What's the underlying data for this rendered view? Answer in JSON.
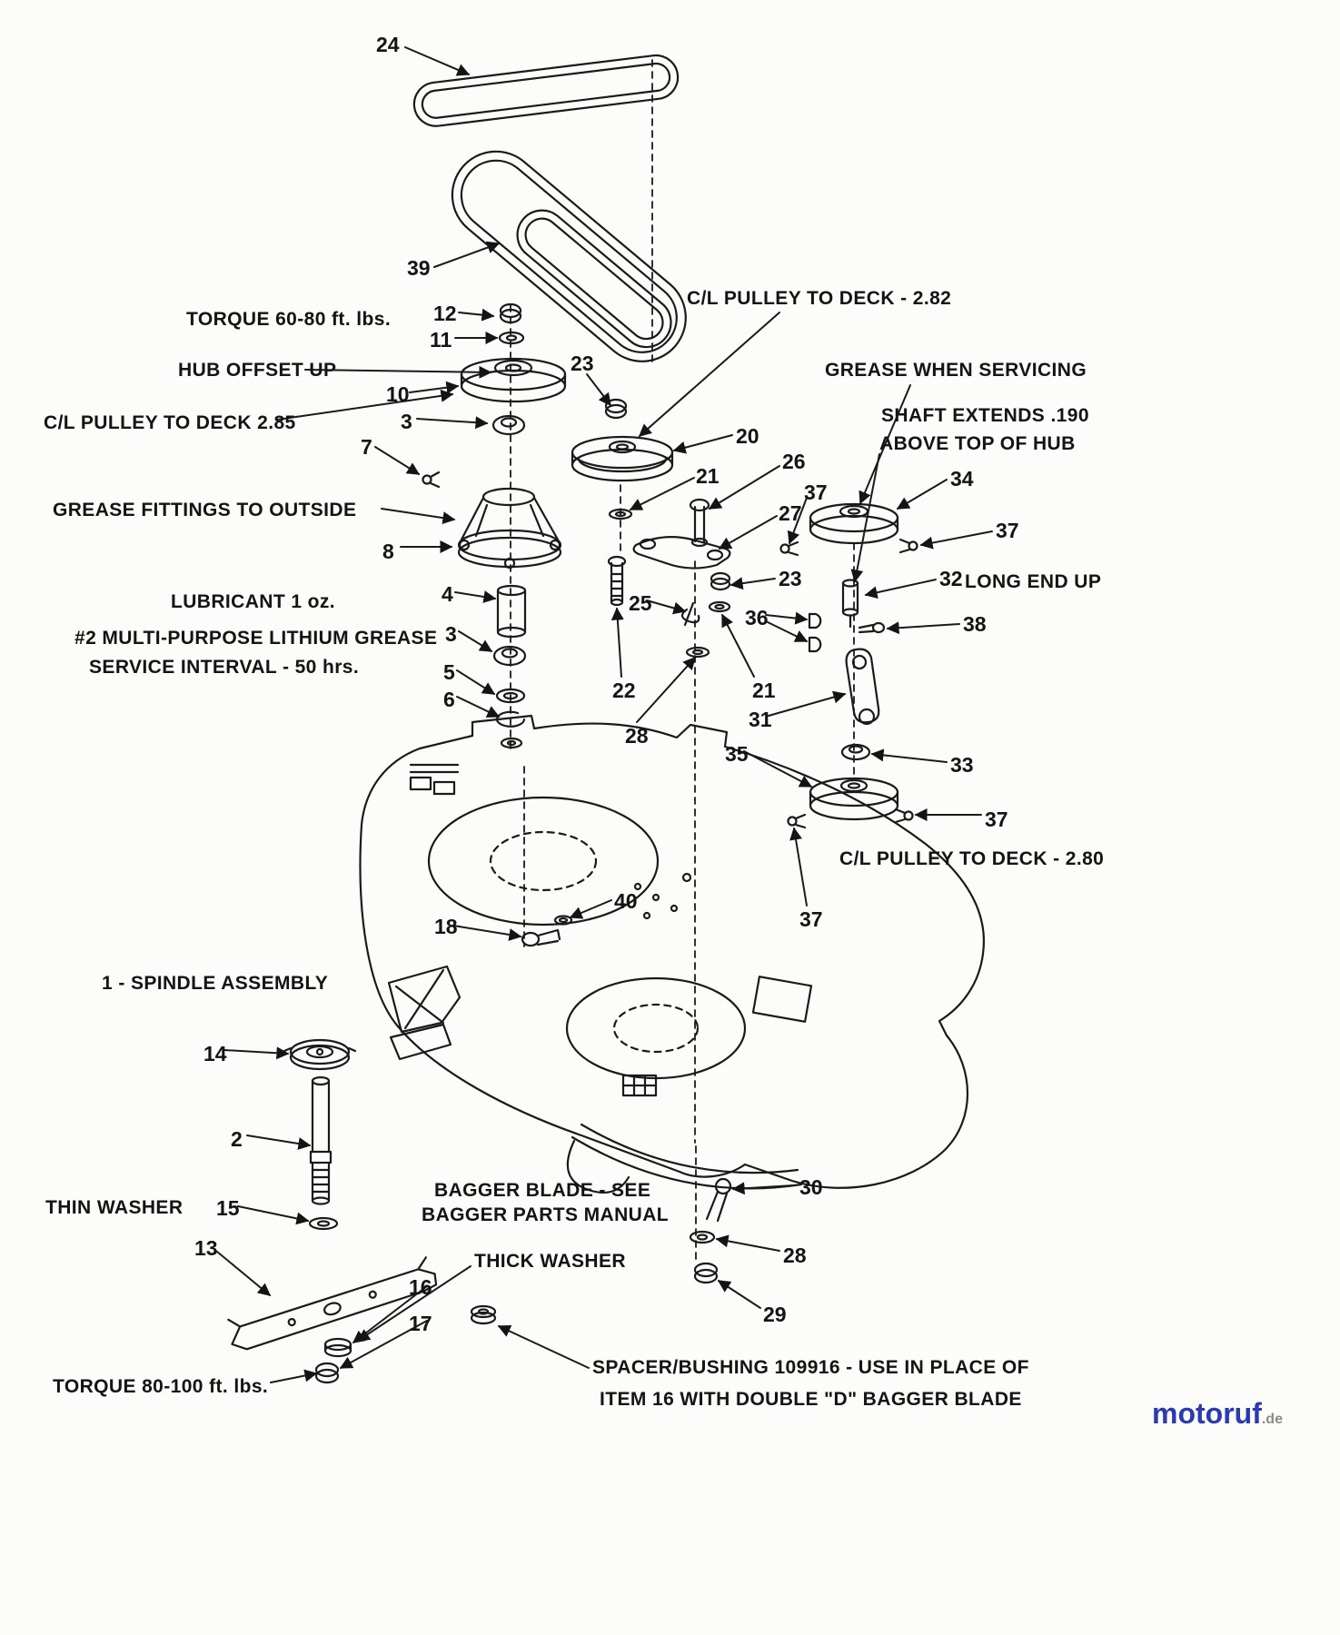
{
  "figure": {
    "type": "exploded-parts-diagram",
    "subject": "mower deck spindle, pulley and blade assembly"
  },
  "labels": [
    {
      "text": "TORQUE 60-80 ft. lbs."
    },
    {
      "text": "HUB OFFSET UP"
    },
    {
      "text": "C/L PULLEY TO DECK 2.85"
    },
    {
      "text": "GREASE FITTINGS TO OUTSIDE"
    },
    {
      "text": "C/L PULLEY TO DECK - 2.82"
    },
    {
      "text": "GREASE WHEN SERVICING"
    },
    {
      "text": "SHAFT EXTENDS .190"
    },
    {
      "text": "ABOVE TOP OF HUB"
    },
    {
      "text": "LONG END UP"
    },
    {
      "text": "LUBRICANT 1 oz."
    },
    {
      "text": "#2 MULTI-PURPOSE LITHIUM GREASE"
    },
    {
      "text": "SERVICE INTERVAL - 50 hrs."
    },
    {
      "text": "C/L PULLEY TO DECK - 2.80"
    },
    {
      "text": "1 - SPINDLE ASSEMBLY"
    },
    {
      "text": "THIN WASHER"
    },
    {
      "text": "BAGGER BLADE - SEE"
    },
    {
      "text": "BAGGER PARTS MANUAL"
    },
    {
      "text": "THICK WASHER"
    },
    {
      "text": "SPACER/BUSHING 109916 - USE IN PLACE OF"
    },
    {
      "text": "ITEM 16 WITH DOUBLE \"D\" BAGGER BLADE"
    },
    {
      "text": "TORQUE 80-100 ft. lbs."
    }
  ],
  "callouts": [
    {
      "text": "24"
    },
    {
      "text": "39"
    },
    {
      "text": "12"
    },
    {
      "text": "11"
    },
    {
      "text": "10"
    },
    {
      "text": "3"
    },
    {
      "text": "7"
    },
    {
      "text": "8"
    },
    {
      "text": "23"
    },
    {
      "text": "20"
    },
    {
      "text": "21"
    },
    {
      "text": "26"
    },
    {
      "text": "37"
    },
    {
      "text": "27"
    },
    {
      "text": "34"
    },
    {
      "text": "37"
    },
    {
      "text": "23"
    },
    {
      "text": "32"
    },
    {
      "text": "36"
    },
    {
      "text": "38"
    },
    {
      "text": "4"
    },
    {
      "text": "3"
    },
    {
      "text": "5"
    },
    {
      "text": "6"
    },
    {
      "text": "25"
    },
    {
      "text": "22"
    },
    {
      "text": "21"
    },
    {
      "text": "28"
    },
    {
      "text": "31"
    },
    {
      "text": "35"
    },
    {
      "text": "33"
    },
    {
      "text": "37"
    },
    {
      "text": "37"
    },
    {
      "text": "40"
    },
    {
      "text": "18"
    },
    {
      "text": "14"
    },
    {
      "text": "2"
    },
    {
      "text": "15"
    },
    {
      "text": "13"
    },
    {
      "text": "30"
    },
    {
      "text": "28"
    },
    {
      "text": "29"
    },
    {
      "text": "16"
    },
    {
      "text": "17"
    }
  ],
  "watermark": {
    "brand": "motoruf",
    "tld": ".de",
    "brand_color": "#2a3bb0"
  }
}
